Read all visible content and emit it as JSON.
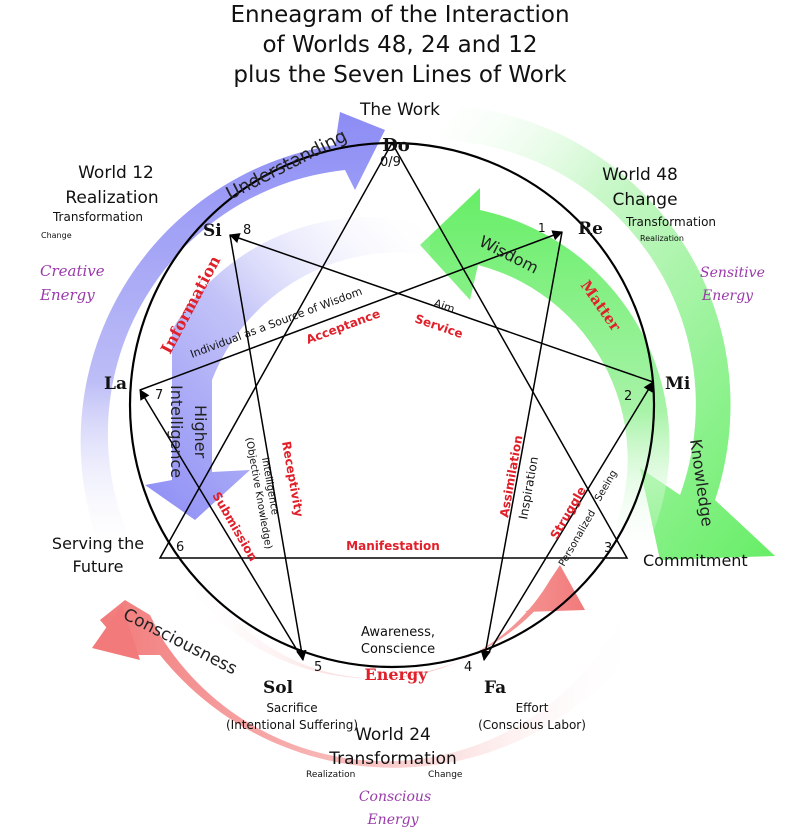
{
  "title": {
    "lines": [
      "Enneagram of the Interaction",
      "of Worlds 48, 24 and 12",
      "plus the Seven Lines of Work"
    ]
  },
  "top_label": "The Work",
  "notes": {
    "do": "Do",
    "re": "Re",
    "mi": "Mi",
    "fa": "Fa",
    "sol": "Sol",
    "la": "La",
    "si": "Si"
  },
  "points": {
    "p0": "0/9",
    "p1": "1",
    "p2": "2",
    "p3": "3",
    "p4": "4",
    "p5": "5",
    "p6": "6",
    "p7": "7",
    "p8": "8"
  },
  "worlds": {
    "w12": {
      "title": "World 12",
      "main": "Realization",
      "sub1": "Transformation",
      "sub2": "Change",
      "energy1": "Creative",
      "energy2": "Energy"
    },
    "w48": {
      "title": "World 48",
      "main": "Change",
      "sub1": "Transformation",
      "sub2": "Realization",
      "energy1": "Sensitive",
      "energy2": "Energy"
    },
    "w24": {
      "title": "World 24",
      "main": "Transformation",
      "sub1": "Realization",
      "sub2": "Change",
      "energy1": "Conscious",
      "energy2": "Energy"
    }
  },
  "arrows": {
    "understanding": "Understanding",
    "wisdom": "Wisdom",
    "knowledge": "Knowledge",
    "consciousness": "Consciousness",
    "higher1": "Higher",
    "higher2": "Intelligence",
    "information": "Information",
    "matter": "Matter",
    "energy": "Energy"
  },
  "outer_labels": {
    "serving1": "Serving the",
    "serving2": "Future",
    "commitment": "Commitment",
    "sacrifice1": "Sacrifice",
    "sacrifice2": "(Intentional Suffering)",
    "effort1": "Effort",
    "effort2": "(Conscious Labor)",
    "awareness1": "Awareness,",
    "awareness2": "Conscience"
  },
  "lines_of_work": {
    "individual": "Individual as a Source of Wisdom",
    "aim": "Aim",
    "acceptance": "Acceptance",
    "service": "Service",
    "receptivity": "Receptivity",
    "intelligence1": "Intelligence",
    "intelligence2": "(Objective Knowledge)",
    "submission": "Submission",
    "manifestation": "Manifestation",
    "assimilation": "Assimilation",
    "inspiration": "Inspiration",
    "struggle": "Struggle",
    "personalized": "Personalized",
    "seeing": "Seeing"
  },
  "colors": {
    "blue_arrow": "#8c8cf5",
    "green_arrow": "#66ee66",
    "red_arrow": "#f27a7a",
    "label_red": "#e0202a",
    "energy_purple": "#9a3aaa"
  }
}
